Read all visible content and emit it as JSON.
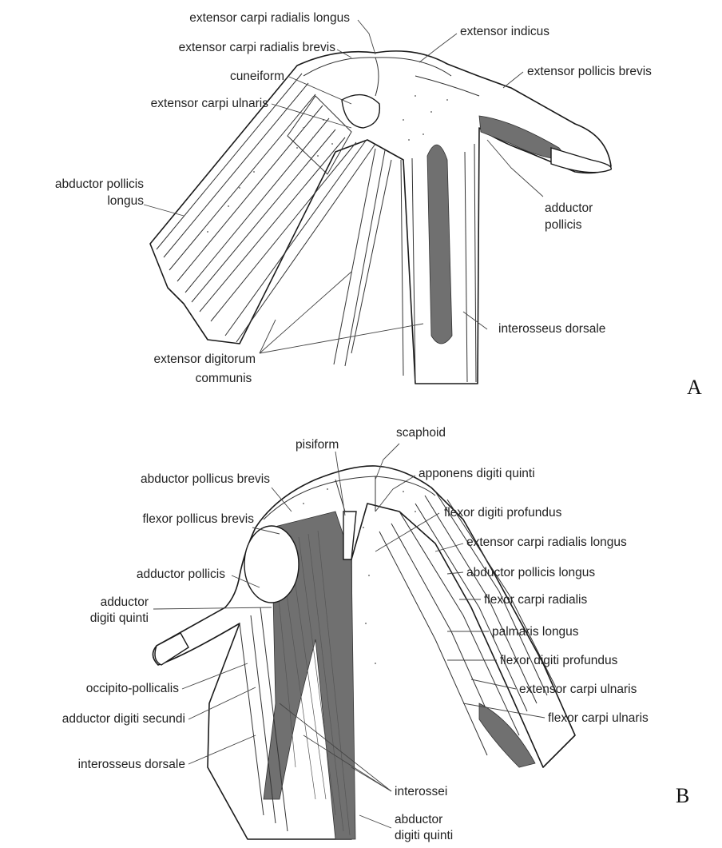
{
  "panelA": {
    "letter": "A",
    "labels": {
      "ecrl": "extensor carpi radialis longus",
      "ecrb": "extensor carpi radialis brevis",
      "cuneiform": "cuneiform",
      "ecu": "extensor carpi ulnaris",
      "apl1": "abductor pollicis",
      "apl2": "longus",
      "indicus": "extensor indicus",
      "epb": "extensor pollicis brevis",
      "adp1": "adductor",
      "adp2": "pollicis",
      "intd": "interosseus dorsale",
      "edc1": "extensor digitorum",
      "edc2": "communis"
    }
  },
  "panelB": {
    "letter": "B",
    "labels": {
      "pisiform": "pisiform",
      "scaphoid": "scaphoid",
      "apb": "abductor pollicus brevis",
      "apponens": "apponens digiti quinti",
      "fpb": "flexor pollicus brevis",
      "fdp1": "flexor digiti profundus",
      "ecrl": "extensor carpi radialis longus",
      "apl": "abductor pollicis longus",
      "adp": "adductor pollicis",
      "fcr": "flexor carpi radialis",
      "adq1": "adductor",
      "adq2": "digiti quinti",
      "pl": "palmaris longus",
      "fdp2": "flexor digiti profundus",
      "op": "occipito-pollicalis",
      "ecu": "extensor carpi ulnaris",
      "ads": "adductor digiti secundi",
      "fcu": "flexor carpi ulnaris",
      "intd": "interosseus dorsale",
      "interossei": "interossei",
      "abdq1": "abductor",
      "abdq2": "digiti quinti"
    }
  }
}
